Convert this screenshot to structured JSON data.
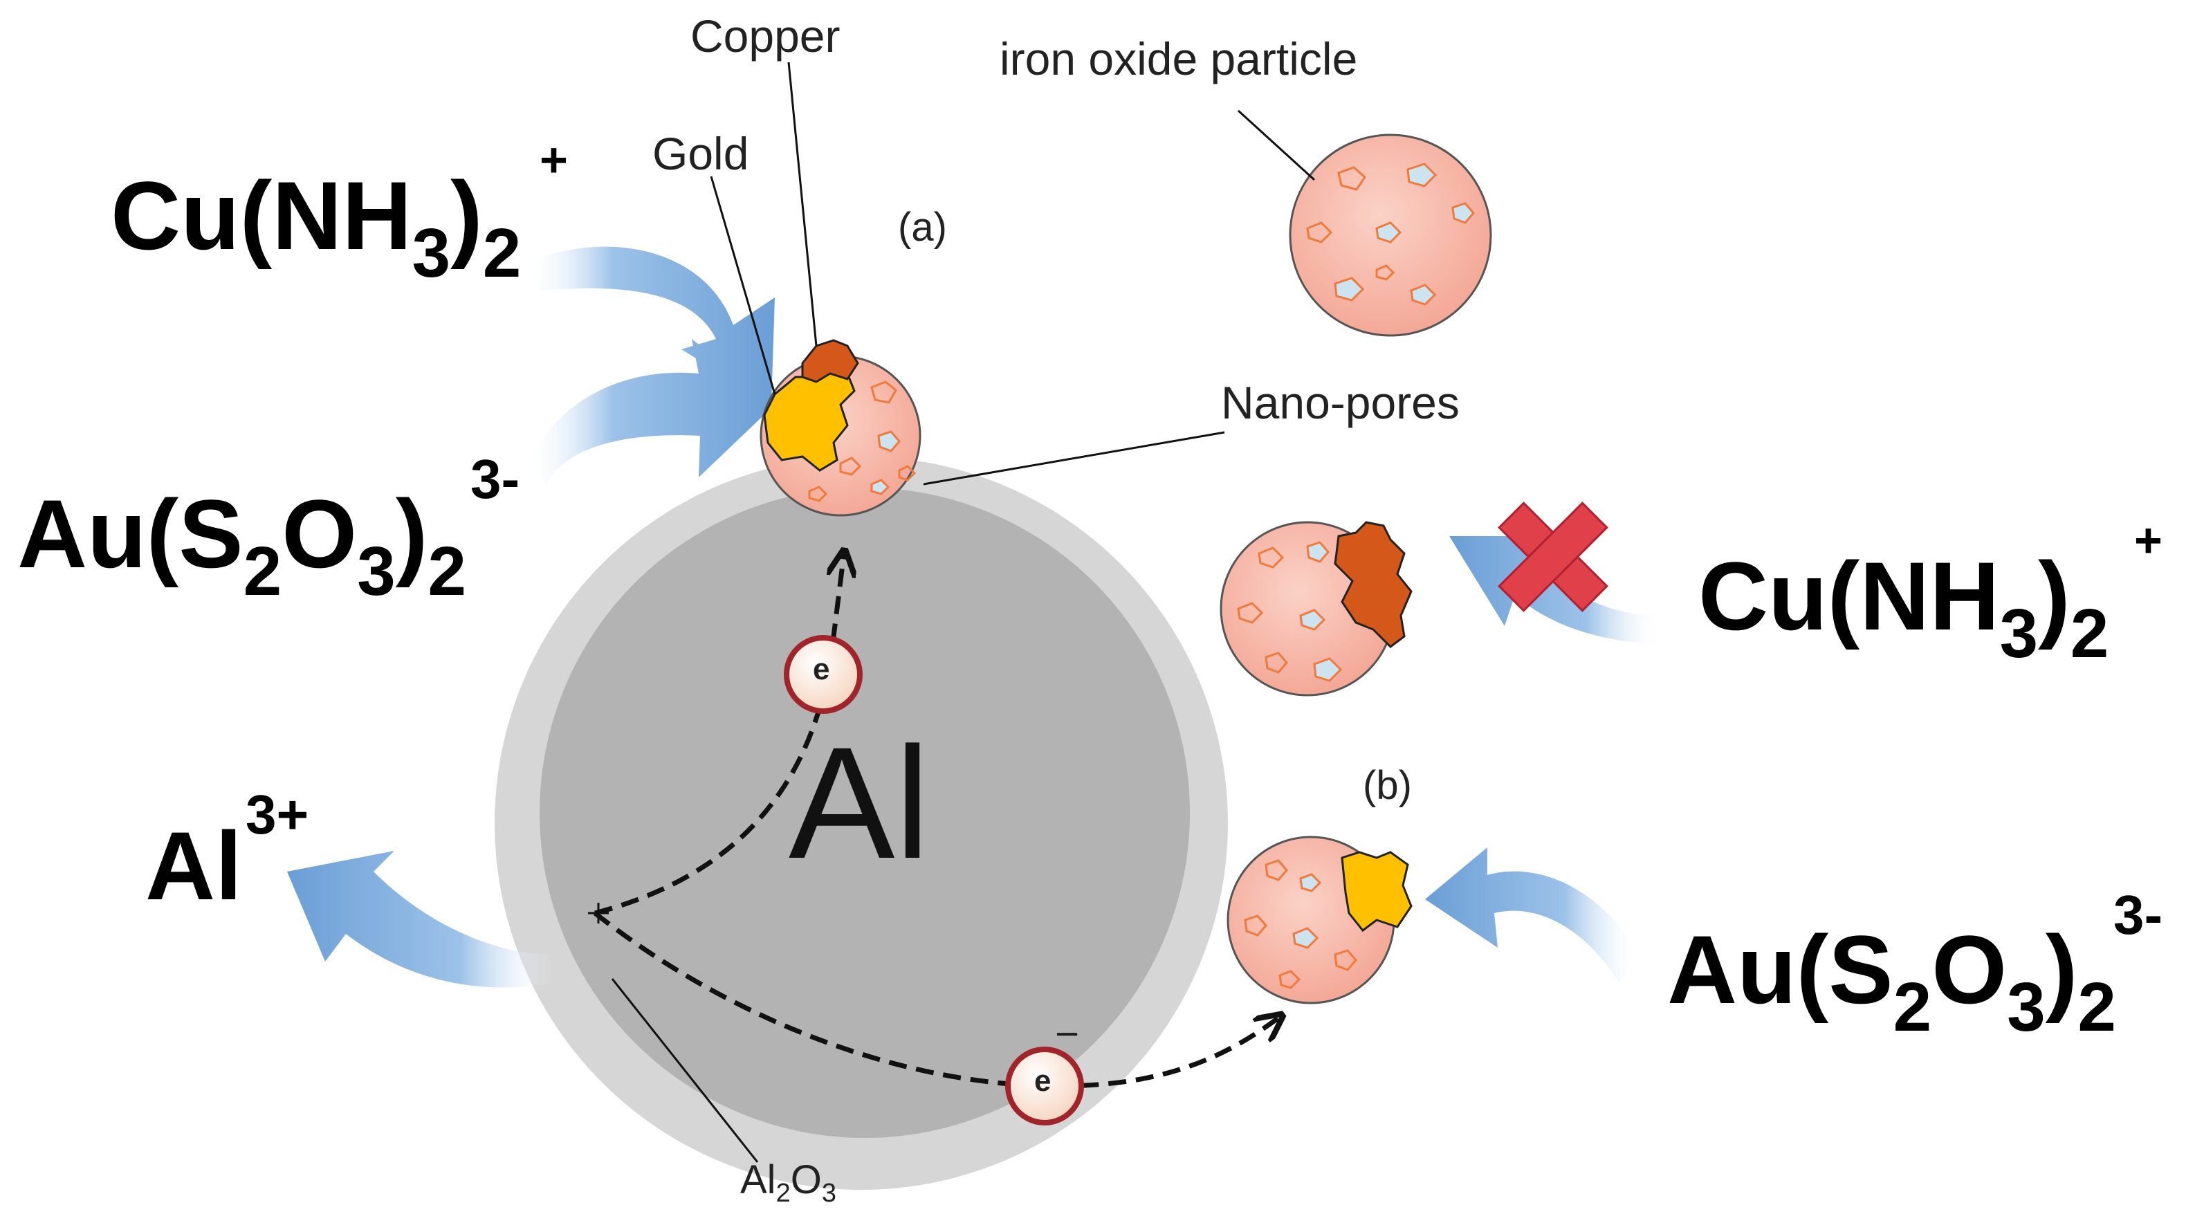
{
  "labels": {
    "copper": "Copper",
    "gold": "Gold",
    "iron_oxide": "iron oxide particle",
    "nano_pores": "Nano-pores",
    "panel_a": "(a)",
    "panel_b": "(b)",
    "core_metal": "Al",
    "oxide_layer_main": "Al",
    "oxide_layer_sub1": "2",
    "oxide_layer_mid": "O",
    "oxide_layer_sub2": "3",
    "electron": "e",
    "electron_charge": "−"
  },
  "species": {
    "cu_complex": {
      "base": "Cu(NH",
      "sub1": "3",
      "mid": ")",
      "sub2": "2",
      "charge": "+"
    },
    "au_complex": {
      "base": "Au(S",
      "sub1": "2",
      "mid1": "O",
      "sub2": "3",
      "mid2": ")",
      "sub3": "2",
      "charge": "3-"
    },
    "al_ion": {
      "base": "Al",
      "charge": "3+"
    }
  },
  "colors": {
    "gold": "#FFC000",
    "copper": "#D4581A",
    "particle": "#F6B2A4",
    "pore_outline": "#F07A3C",
    "arrow": "#7AA8D8",
    "oxide_layer": "#D6D6D6",
    "al_core": "#B3B3B3",
    "electron_ring": "#A0242A",
    "cross": "#E0404A"
  }
}
